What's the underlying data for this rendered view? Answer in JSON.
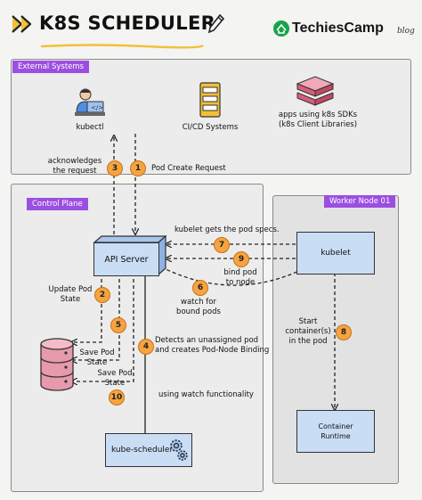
{
  "header": {
    "title": "K8S SCHEDULER",
    "brand": "TechiesCamp",
    "brand_tag": "blog"
  },
  "external_systems": {
    "title": "External Systems",
    "items": [
      {
        "label": "kubectl",
        "icon": "developer-laptop-icon"
      },
      {
        "label": "CI/CD Systems",
        "icon": "cicd-server-icon"
      },
      {
        "label": "apps using k8s SDKs\n(k8s Client Libraries)",
        "icon": "server-stack-icon"
      }
    ]
  },
  "control_plane": {
    "title": "Control Plane",
    "api_server": "API Server",
    "scheduler": "kube-scheduler",
    "etcd_icon": "database-icon"
  },
  "worker_node": {
    "title": "Worker Node 01",
    "kubelet": "kubelet",
    "container_runtime": "Container\nRuntime"
  },
  "steps": [
    {
      "num": "1",
      "text": "Pod Create Request"
    },
    {
      "num": "2",
      "text": "Update Pod\nState"
    },
    {
      "num": "3",
      "text": "acknowledges\nthe request"
    },
    {
      "num": "4",
      "text": "Detects an unassigned pod\nand creates Pod-Node Binding"
    },
    {
      "num": "5",
      "text": "Save Pod\nState"
    },
    {
      "num": "6",
      "text": "watch for\nbound pods"
    },
    {
      "num": "7",
      "text": "kubelet gets the pod specs."
    },
    {
      "num": "8",
      "text": "Start\ncontainer(s)\nin the pod"
    },
    {
      "num": "9",
      "text": "bind pod\nto node"
    },
    {
      "num": "10",
      "text": "Save Pod\nState"
    }
  ],
  "watch_note": "using watch functionality",
  "colors": {
    "accent_purple": "#9b4fe0",
    "badge_orange": "#f6a341",
    "box_blue": "#c9ddf5",
    "db_pink": "#e79aac",
    "brand_green": "#17a34a"
  }
}
